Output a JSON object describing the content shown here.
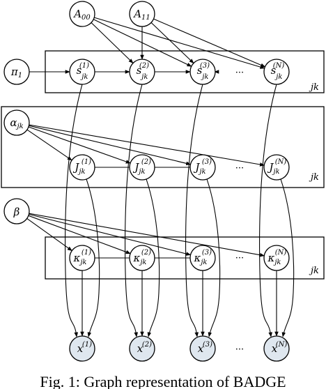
{
  "diagram": {
    "top_nodes": {
      "a00": {
        "symbol": "A",
        "subscript": "00"
      },
      "a11": {
        "symbol": "A",
        "subscript": "11"
      }
    },
    "priors": {
      "pi": {
        "symbol": "π",
        "subscript": "1"
      },
      "alpha": {
        "symbol": "α",
        "subscript": "jk"
      },
      "beta": {
        "symbol": "β",
        "subscript": ""
      }
    },
    "chains": {
      "s": {
        "symbol": "s",
        "subscript": "jk"
      },
      "j": {
        "symbol": "J",
        "subscript": "jk"
      },
      "k": {
        "symbol": "κ",
        "subscript": "jk"
      }
    },
    "observed": {
      "symbol": "x",
      "subscript": ""
    },
    "superscripts": [
      "(1)",
      "(2)",
      "(3)",
      "(N)"
    ],
    "ellipsis": "···",
    "plate_label": "jk"
  },
  "caption": "Fig. 1: Graph representation of BADGE"
}
